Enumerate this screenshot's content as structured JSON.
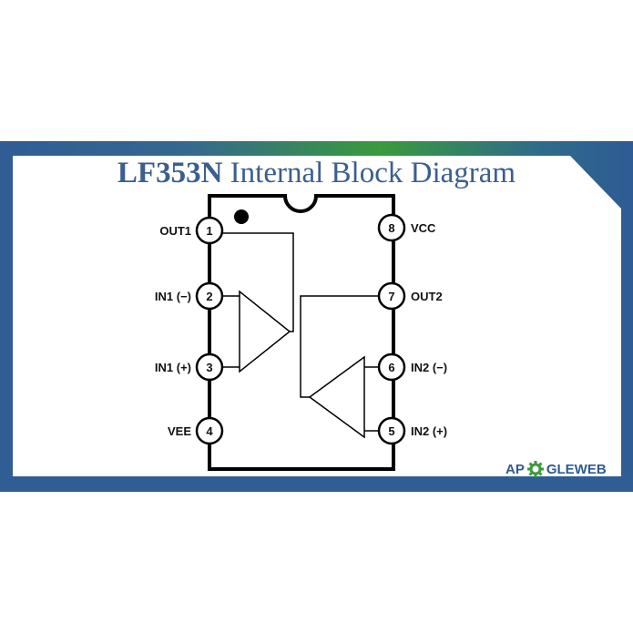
{
  "title": {
    "part": "LF353N",
    "rest": "Internal Block Diagram"
  },
  "pins": [
    {
      "num": "1",
      "label": "OUT1"
    },
    {
      "num": "2",
      "label": "IN1 (−)"
    },
    {
      "num": "3",
      "label": "IN1 (+)"
    },
    {
      "num": "4",
      "label": "VEE"
    },
    {
      "num": "5",
      "label": "IN2 (+)"
    },
    {
      "num": "6",
      "label": "IN2 (−)"
    },
    {
      "num": "7",
      "label": "OUT2"
    },
    {
      "num": "8",
      "label": "VCC"
    }
  ],
  "logo": {
    "left": "AP",
    "right": "GLEWEB"
  },
  "colors": {
    "title": "#3a5f8f",
    "frame_blue": "#2f5d94",
    "frame_green": "#3a9a3c"
  }
}
